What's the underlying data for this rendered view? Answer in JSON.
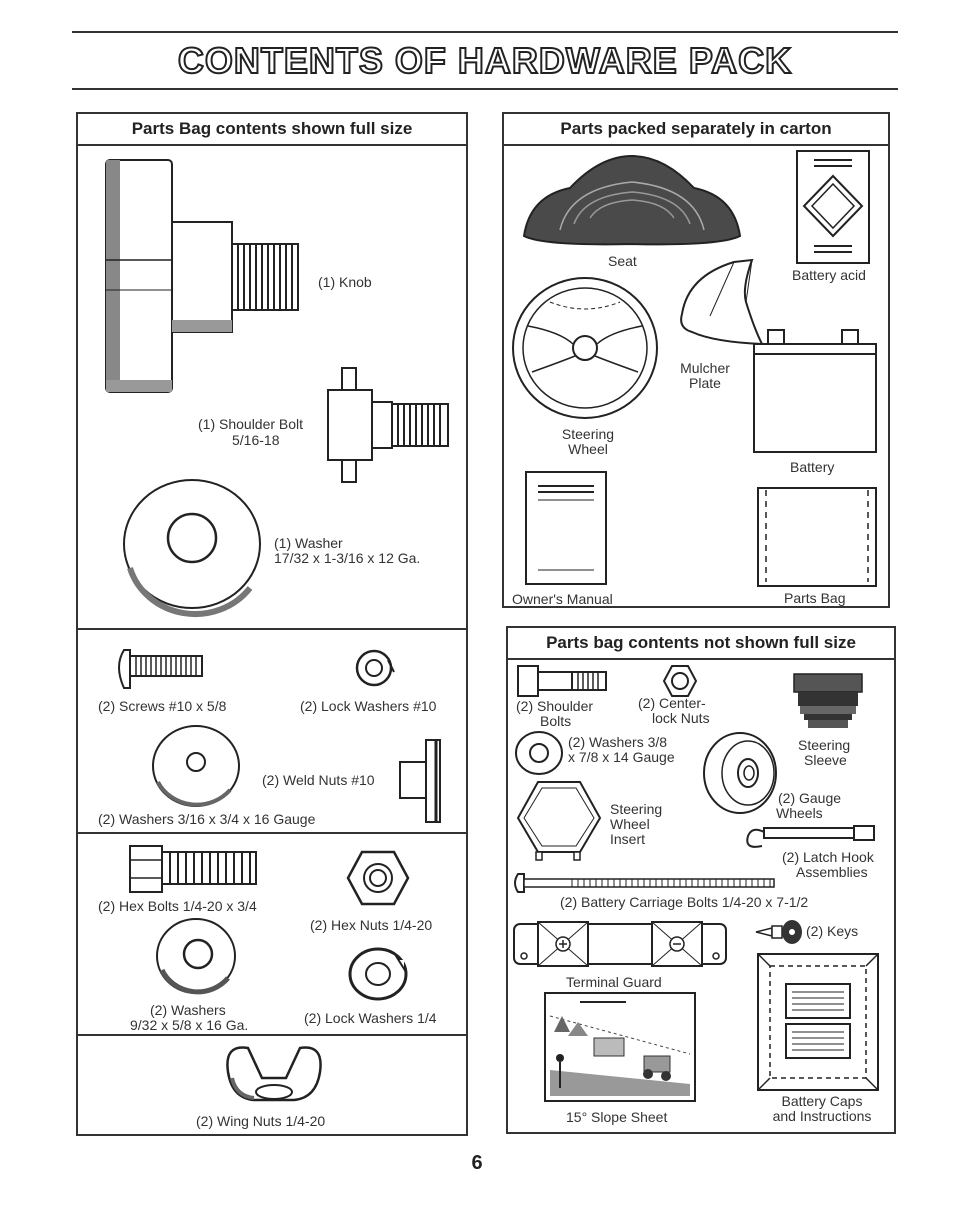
{
  "title": "CONTENTS OF HARDWARE PACK",
  "page_number": "6",
  "left_panel": {
    "header": "Parts Bag contents shown full size",
    "knob": "(1) Knob",
    "shoulder_bolt_1": "(1) Shoulder Bolt",
    "shoulder_bolt_2": "5/16-18",
    "washer_1": "(1) Washer",
    "washer_2": "17/32 x 1-3/16 x 12 Ga.",
    "screws": "(2) Screws  #10 x 5/8",
    "lock_washers_10": "(2) Lock Washers  #10",
    "weld_nuts": "(2) Weld Nuts  #10",
    "washers_316": "(2) Washers  3/16 x 3/4 x 16 Gauge",
    "hex_bolts": "(2) Hex Bolts  1/4-20 x 3/4",
    "hex_nuts": "(2) Hex Nuts  1/4-20",
    "washers_932_1": "(2) Washers",
    "washers_932_2": "9/32  x 5/8 x 16 Ga.",
    "lock_washers_14": "(2) Lock Washers  1/4",
    "wing_nuts": "(2) Wing Nuts  1/4-20"
  },
  "carton_panel": {
    "header": "Parts packed separately in carton",
    "seat": "Seat",
    "battery_acid": "Battery acid",
    "mulcher_1": "Mulcher",
    "mulcher_2": "Plate",
    "steering_wheel_1": "Steering",
    "steering_wheel_2": "Wheel",
    "battery": "Battery",
    "owners_manual": "Owner's Manual",
    "parts_bag": "Parts Bag"
  },
  "not_full_panel": {
    "header": "Parts bag contents not shown full size",
    "shoulder_bolts_1": "(2) Shoulder",
    "shoulder_bolts_2": "Bolts",
    "center_lock_1": "(2) Center-",
    "center_lock_2": "lock Nuts",
    "steering_sleeve_1": "Steering",
    "steering_sleeve_2": "Sleeve",
    "washers38_1": "(2) Washers  3/8",
    "washers38_2": "x 7/8 x 14 Gauge",
    "gauge_wheels_1": "(2) Gauge",
    "gauge_wheels_2": "Wheels",
    "wheel_insert_1": "Steering",
    "wheel_insert_2": "Wheel",
    "wheel_insert_3": "Insert",
    "latch_hook_1": "(2) Latch Hook",
    "latch_hook_2": "Assemblies",
    "carriage_bolts": "(2) Battery Carriage Bolts 1/4-20 x 7-1/2",
    "keys": "(2) Keys",
    "terminal_guard": "Terminal Guard",
    "slope_sheet": "15° Slope Sheet",
    "battery_caps_1": "Battery Caps",
    "battery_caps_2": "and Instructions"
  }
}
